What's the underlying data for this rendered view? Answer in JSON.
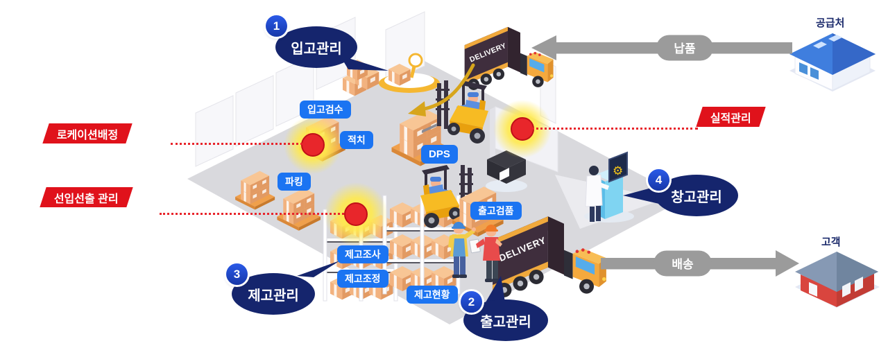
{
  "bubbles": [
    {
      "num": "1",
      "label": "입고관리"
    },
    {
      "num": "2",
      "label": "출고관리"
    },
    {
      "num": "3",
      "label": "제고관리"
    },
    {
      "num": "4",
      "label": "창고관리"
    }
  ],
  "red_labels": {
    "location": "로케이션배정",
    "fifo": "선입선출 관리",
    "performance": "실적관리"
  },
  "tags": {
    "inbound_check": "입고검수",
    "putaway": "적치",
    "picking": "파킹",
    "dps": "DPS",
    "outbound_check": "출고검품",
    "stock_survey": "제고조사",
    "stock_adjust": "제고조정",
    "stock_status": "제고현황"
  },
  "flows": {
    "inbound": "납품",
    "outbound": "배송"
  },
  "entities": {
    "supplier": "공급처",
    "customer": "고객"
  },
  "scene": {
    "truck_text": "DELIVERY"
  },
  "colors": {
    "bubble_navy": "#15256D",
    "badge_blue": "#1E4BD2",
    "tag_blue": "#1B74F2",
    "label_red": "#E0121B",
    "arrow_gray": "#9B9B9B",
    "glow_yellow": "#FFE94D",
    "floor_gray": "#D9D9DD"
  }
}
